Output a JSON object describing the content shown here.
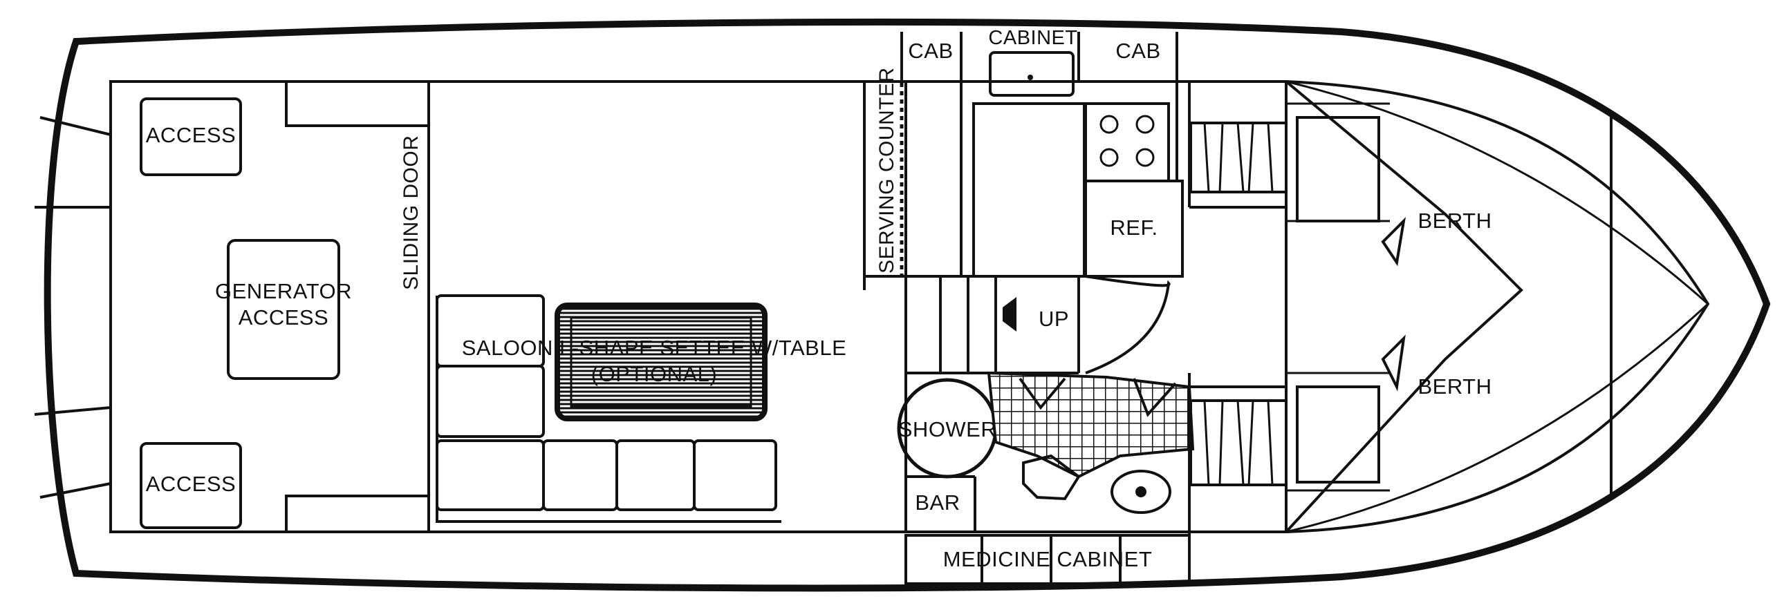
{
  "diagram": {
    "labels": {
      "access_top": "ACCESS",
      "generator_access_line1": "GENERATOR",
      "generator_access_line2": "ACCESS",
      "access_bottom": "ACCESS",
      "sliding_door": "SLIDING DOOR",
      "saloon_line1": "SALOON L-SHAPE SETTEE W/TABLE",
      "saloon_line2": "(OPTIONAL)",
      "serving_counter": "SERVING COUNTER",
      "cab_left": "CAB",
      "cabinet_top": "CABINET",
      "cab_right": "CAB",
      "ref": "REF.",
      "up": "UP",
      "shower": "SHOWER",
      "bar": "BAR",
      "medicine_cabinet": "MEDICINE CABINET",
      "berth_top": "BERTH",
      "berth_bottom": "BERTH"
    },
    "colors": {
      "ink": "#111111",
      "paper": "#ffffff"
    }
  }
}
